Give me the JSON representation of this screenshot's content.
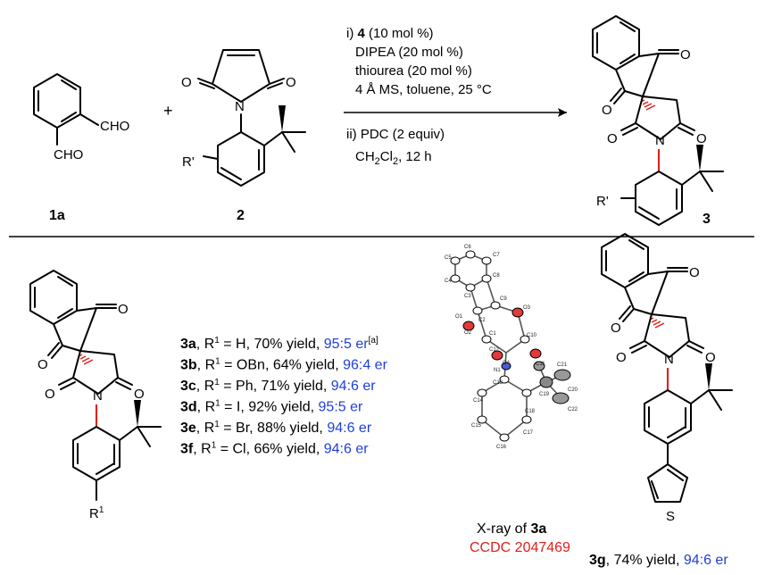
{
  "top_scheme": {
    "reagent1": {
      "cho_top": "CHO",
      "cho_bottom": "CHO",
      "label": "1a"
    },
    "plus": "+",
    "reagent2": {
      "o_left": "O",
      "o_right": "O",
      "n": "N",
      "r_prime": "R'",
      "label": "2"
    },
    "conditions": {
      "step1_prefix": "i)",
      "step1_catalyst": "4",
      "step1_catalyst_amount": "(10 mol %)",
      "line2": "DIPEA (20 mol %)",
      "line3": "thiourea (20 mol %)",
      "line4": "4 Å MS, toluene, 25 °C",
      "step2": "ii) PDC (2 equiv)",
      "line6_a": "CH",
      "line6_sub1": "2",
      "line6_b": "Cl",
      "line6_sub2": "2",
      "line6_c": ", 12 h"
    },
    "product": {
      "o1": "O",
      "o2": "O",
      "o3": "O",
      "o4": "O",
      "n": "N",
      "r_prime": "R'",
      "label": "3"
    }
  },
  "bottom": {
    "general": {
      "o1": "O",
      "o2": "O",
      "o3": "O",
      "o4": "O",
      "n": "N",
      "r": "R",
      "r_sup": "1"
    },
    "table": [
      {
        "id": "3a",
        "sub": "H",
        "yield": "70% yield",
        "er": "95:5 er",
        "note": "[a]"
      },
      {
        "id": "3b",
        "sub": "OBn",
        "yield": "64% yield",
        "er": "96:4 er",
        "note": ""
      },
      {
        "id": "3c",
        "sub": "Ph",
        "yield": "71% yield",
        "er": "94:6 er",
        "note": ""
      },
      {
        "id": "3d",
        "sub": "I",
        "yield": "92% yield",
        "er": "95:5 er",
        "note": ""
      },
      {
        "id": "3e",
        "sub": "Br",
        "yield": "88% yield",
        "er": "94:6 er",
        "note": ""
      },
      {
        "id": "3f",
        "sub": "Cl",
        "yield": "66% yield",
        "er": "94:6 er",
        "note": ""
      }
    ],
    "entry_parts": {
      "r": "R",
      "r_sup": "1",
      "equals": " = "
    },
    "xray": {
      "caption_prefix": "X-ray of ",
      "caption_compound": "3a",
      "ccdc": "CCDC 2047469",
      "atom_labels": [
        "C6",
        "C5",
        "C7",
        "C4",
        "C8",
        "C3",
        "C9",
        "O3",
        "C2",
        "O2",
        "O1",
        "C1",
        "C12",
        "C10",
        "C11",
        "O4",
        "N1",
        "C21",
        "C13",
        "C19",
        "C14",
        "C18",
        "C20",
        "C22",
        "C15",
        "C17",
        "C16"
      ]
    },
    "g_product": {
      "o1": "O",
      "o2": "O",
      "o3": "O",
      "o4": "O",
      "n": "N",
      "s": "S",
      "label": "3g",
      "yield": ", 74% yield, ",
      "er": "94:6 er"
    }
  },
  "colors": {
    "er_blue": "#1f3fd8",
    "ccdc_red": "#e0201c",
    "bond_red": "#e0201c",
    "gray_bond": "#b8b8b8"
  }
}
